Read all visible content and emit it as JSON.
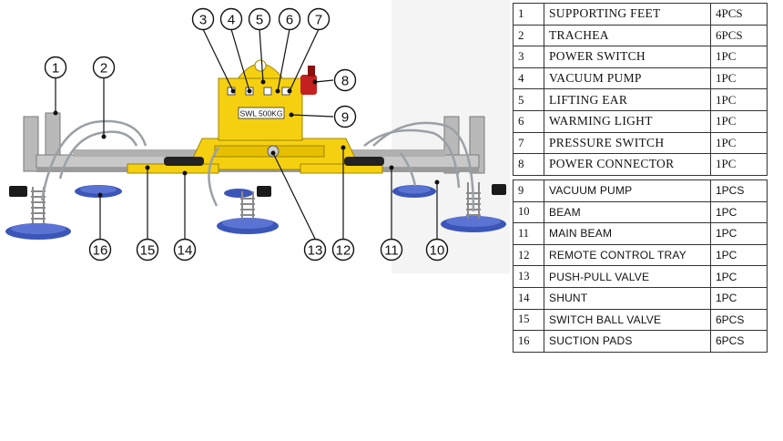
{
  "device": {
    "rating_label": "SWL 500KG"
  },
  "callouts": [
    "1",
    "2",
    "3",
    "4",
    "5",
    "6",
    "7",
    "8",
    "9",
    "10",
    "11",
    "12",
    "13",
    "14",
    "15",
    "16"
  ],
  "table_top": {
    "rows": [
      {
        "no": "1",
        "name": "SUPPORTING FEET",
        "qty": "4PCS"
      },
      {
        "no": "2",
        "name": "TRACHEA",
        "qty": "6PCS"
      },
      {
        "no": "3",
        "name": "POWER SWITCH",
        "qty": "1PC"
      },
      {
        "no": "4",
        "name": "VACUUM PUMP",
        "qty": "1PC"
      },
      {
        "no": "5",
        "name": "LIFTING EAR",
        "qty": "1PC"
      },
      {
        "no": "6",
        "name": "WARMING LIGHT",
        "qty": "1PC"
      },
      {
        "no": "7",
        "name": "PRESSURE SWITCH",
        "qty": "1PC"
      },
      {
        "no": "8",
        "name": "POWER CONNECTOR",
        "qty": "1PC"
      }
    ]
  },
  "table_bottom": {
    "rows": [
      {
        "no": "9",
        "name": "VACUUM PUMP",
        "qty": "1PCS"
      },
      {
        "no": "10",
        "name": "BEAM",
        "qty": "1PC"
      },
      {
        "no": "11",
        "name": "MAIN BEAM",
        "qty": "1PC"
      },
      {
        "no": "12",
        "name": "REMOTE CONTROL TRAY",
        "qty": "1PC"
      },
      {
        "no": "13",
        "name": "PUSH-PULL VALVE",
        "qty": "1PC"
      },
      {
        "no": "14",
        "name": "SHUNT",
        "qty": "1PC"
      },
      {
        "no": "15",
        "name": "SWITCH BALL VALVE",
        "qty": "6PCS"
      },
      {
        "no": "16",
        "name": "SUCTION PADS",
        "qty": "6PCS"
      }
    ]
  }
}
